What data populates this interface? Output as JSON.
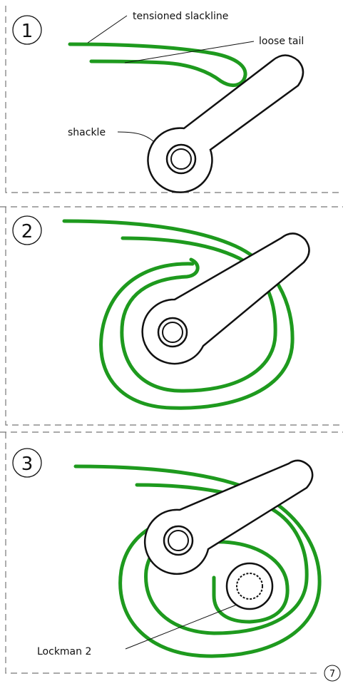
{
  "steps": [
    {
      "number": "1"
    },
    {
      "number": "2"
    },
    {
      "number": "3"
    }
  ],
  "labels": {
    "tensioned_slackline": "tensioned slackline",
    "loose_tail": "loose tail",
    "shackle": "shackle",
    "lockman": "Lockman 2"
  },
  "page_number": "7",
  "colors": {
    "rope": "#1e9a1e",
    "outline": "#111111",
    "panel_border": "#777777"
  }
}
